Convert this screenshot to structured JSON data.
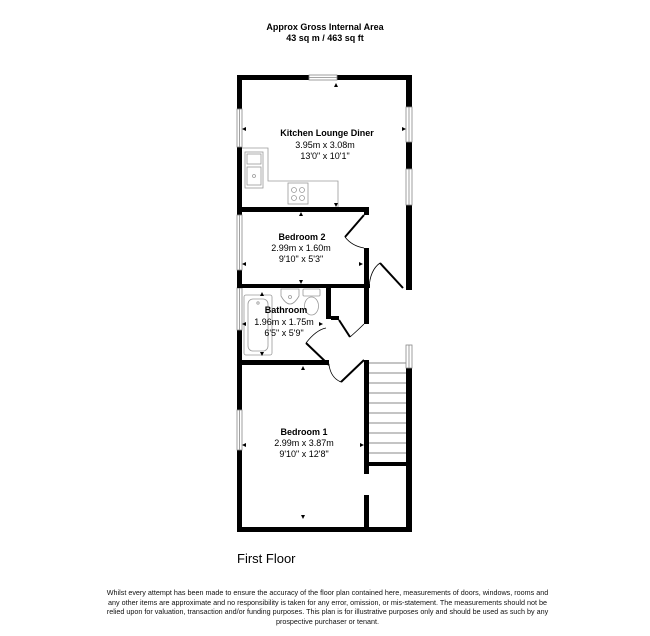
{
  "header": {
    "title": "Approx Gross Internal Area",
    "area": "43 sq m / 463 sq ft"
  },
  "rooms": [
    {
      "name": "Kitchen Lounge Diner",
      "metric": "3.95m x 3.08m",
      "imperial": "13'0\" x 10'1\""
    },
    {
      "name": "Bedroom 2",
      "metric": "2.99m x 1.60m",
      "imperial": "9'10\" x 5'3\""
    },
    {
      "name": "Bathroom",
      "metric": "1.96m x 1.75m",
      "imperial": "6'5\" x 5'9\""
    },
    {
      "name": "Bedroom 1",
      "metric": "2.99m x 3.87m",
      "imperial": "9'10\" x 12'8\""
    }
  ],
  "floor": {
    "title": "First Floor"
  },
  "disclaimer": {
    "line1": "Whilst every attempt has been made to ensure the accuracy of the floor plan contained here, measurements of doors, windows, rooms and",
    "line2": "any other items are approximate and no responsibility is taken for any error, omission, or mis-statement. The measurements should not be",
    "line3": "relied upon for valuation, transaction and/or funding purposes. This plan is for illustrative purposes only and should be used as such by any",
    "line4": "prospective purchaser or tenant."
  },
  "colors": {
    "wall": "#000000",
    "fixture": "#9a9a9a",
    "background": "#ffffff"
  }
}
